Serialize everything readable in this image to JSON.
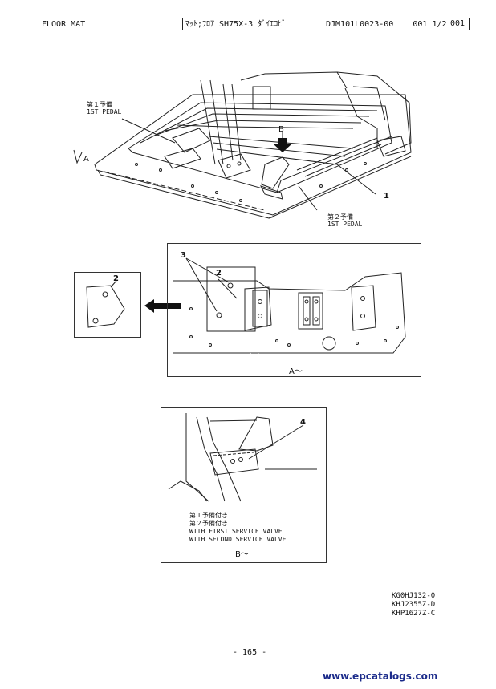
{
  "header": {
    "title": "FLOOR MAT",
    "jp_name": "ﾏｯﾄ;ﾌﾛｱ SH75X-3 ﾀﾞｲｴｺﾋﾞ",
    "doc_no": "DJM101L0023-00",
    "sheet": "001  1/2",
    "ref": "001"
  },
  "figure_main": {
    "label_pedal1_jp": "第１予備",
    "label_pedal1_en": "1ST PEDAL",
    "label_pedal2_jp": "第２予備",
    "label_pedal2_en": "1ST PEDAL",
    "view_a_mark": "A",
    "view_b_mark": "B",
    "part_1": "1"
  },
  "figure_a": {
    "part_2_detail": "2",
    "part_2": "2",
    "part_3": "3",
    "caption": "A～"
  },
  "figure_b": {
    "part_4": "4",
    "note_jp_1": "第１予備付き",
    "note_jp_2": "第２予備付き",
    "note_en_1": "WITH FIRST SERVICE VALVE",
    "note_en_2": "WITH SECOND SERVICE VALVE",
    "caption": "B～"
  },
  "codes": [
    "KG0HJ132-0",
    "KHJ2355Z-D",
    "KHP1627Z-C"
  ],
  "page_number": "- 165 -",
  "watermark": "www.epcatalogs.com"
}
